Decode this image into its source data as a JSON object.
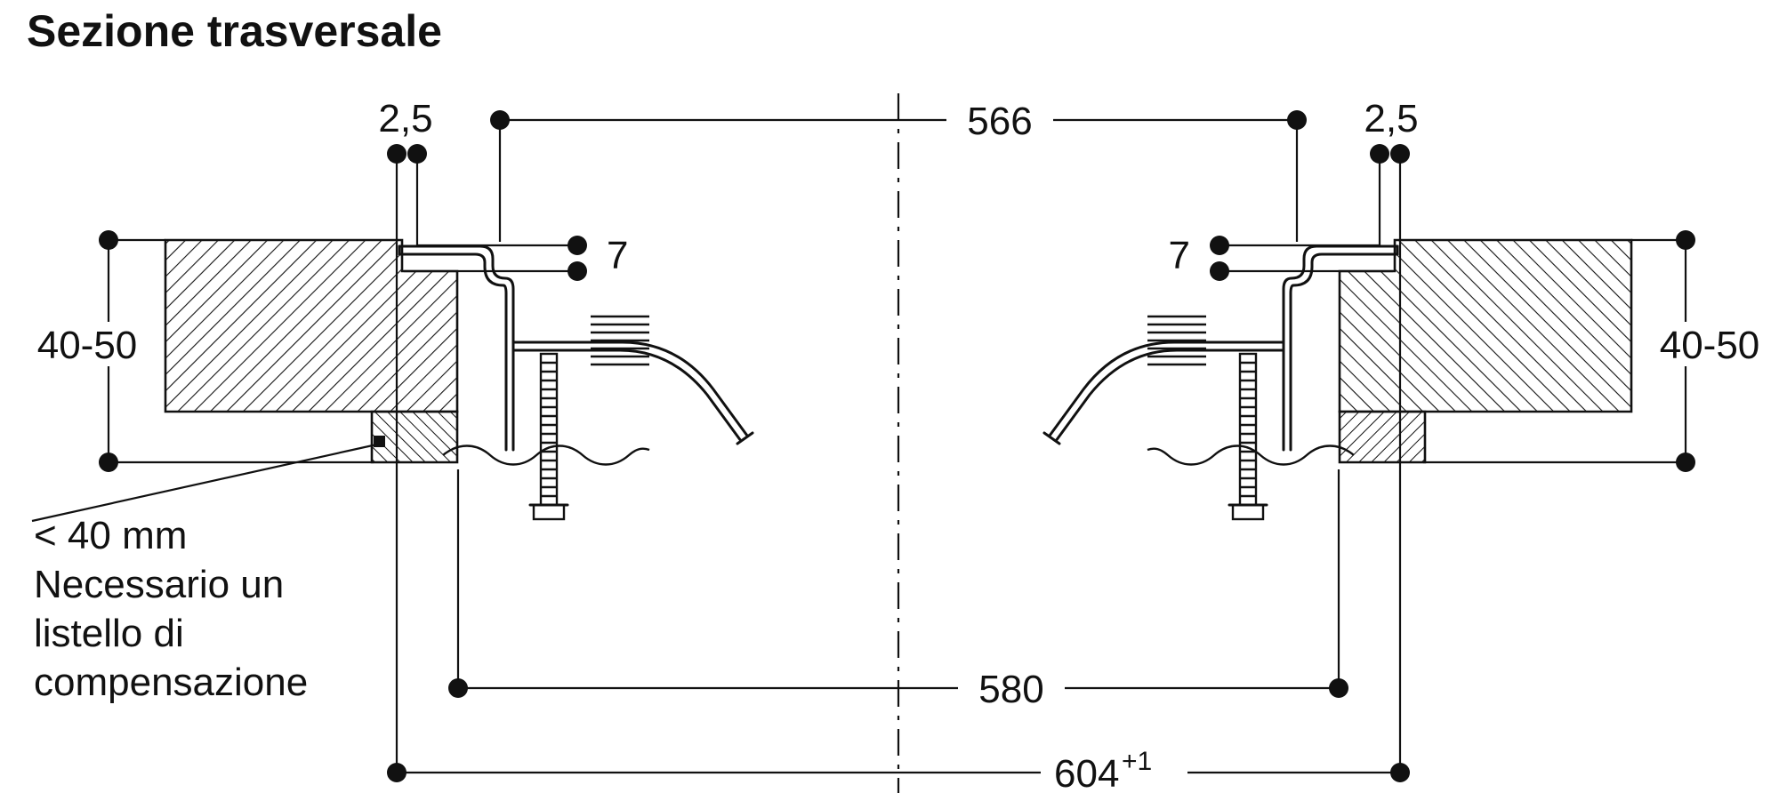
{
  "title": "Sezione trasversale",
  "dimensions": {
    "gap_left": "2,5",
    "gap_right": "2,5",
    "appliance_width": "566",
    "recess_depth_left": "7",
    "recess_depth_right": "7",
    "worktop_thickness_left": "40-50",
    "worktop_thickness_right": "40-50",
    "cutout_width": "580",
    "recess_width_base": "604",
    "recess_width_tolerance": "+1"
  },
  "note": {
    "lines": [
      "< 40 mm",
      "Necessario un",
      "listello di",
      "compensazione"
    ]
  },
  "colors": {
    "ink": "#111111",
    "background": "#ffffff"
  }
}
